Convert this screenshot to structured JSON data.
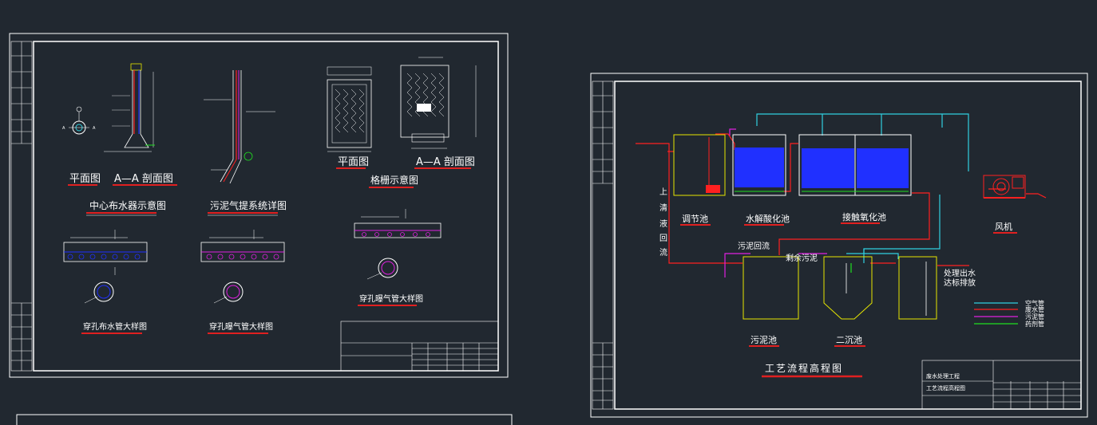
{
  "colors": {
    "background": "#212830",
    "frame": "#ffffff",
    "yellow": "#e6e600",
    "red": "#ff2020",
    "cyan": "#30d0e0",
    "magenta": "#e020e0",
    "green": "#20e020",
    "blue": "#2030ff",
    "label_red": "#e02020"
  },
  "sheet1": {
    "plan_label": "平面图",
    "section_label": "A—A 剖面图",
    "distributor_title": "中心布水器示意图",
    "airlift_title": "污泥气提系统详图",
    "grille_plan_label": "平面图",
    "grille_section_label": "A—A 剖面图",
    "grille_title": "格栅示意图",
    "perf_water_title": "穿孔布水管大样图",
    "perf_air_title_a": "穿孔曝气管大样图",
    "perf_air_title_b": "穿孔曝气管大样图",
    "section_marker": "A"
  },
  "sheet2": {
    "tank_regulating": "调节池",
    "tank_hydrolysis": "水解酸化池",
    "tank_contact": "接触氧化池",
    "tank_sludge": "污泥池",
    "tank_secondary": "二沉池",
    "blower_label": "风机",
    "sludge_return": "污泥回流",
    "excess_sludge": "剩余污泥",
    "supernatant_return": [
      "上",
      "清",
      "液",
      "回",
      "流"
    ],
    "discharge": [
      "处理出水",
      "达标排放"
    ],
    "legend": [
      "空气管",
      "废水管",
      "污泥管",
      "药剂管"
    ],
    "drawing_title": "工艺流程高程图",
    "titleblock_project": "废水处理工程",
    "titleblock_drawing": "工艺流程高程图"
  }
}
